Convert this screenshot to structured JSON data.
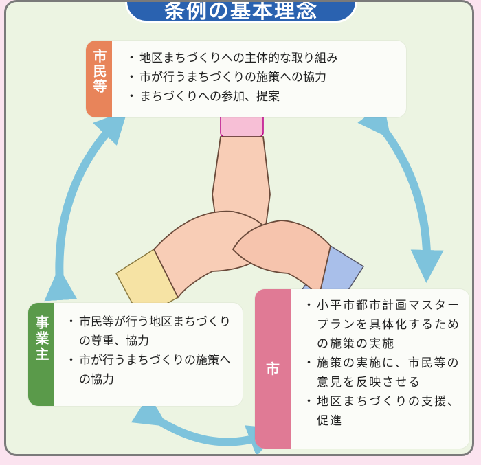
{
  "title": "条例の基本理念",
  "citizens": {
    "label": "市民等",
    "items": [
      "地区まちづくりへの主体的な取り組み",
      "市が行うまちづくりの施策への協力",
      "まちづくりへの参加、提案"
    ]
  },
  "business": {
    "label": "事業主",
    "items": [
      "市民等が行う地区まちづくりの尊重、協力",
      "市が行うまちづくりの施策への協力"
    ]
  },
  "city": {
    "label": "市",
    "items": [
      "小平市都市計画マスタープランを具体化するための施策の実施",
      "施策の実施に、市民等の意見を反映させる",
      "地区まちづくりの支援、促進"
    ]
  },
  "colors": {
    "citizens": "#e8845a",
    "business": "#5a9a4a",
    "city": "#e07a95",
    "arrow": "#7ec3dc",
    "title_bg": "#2a62b0"
  }
}
